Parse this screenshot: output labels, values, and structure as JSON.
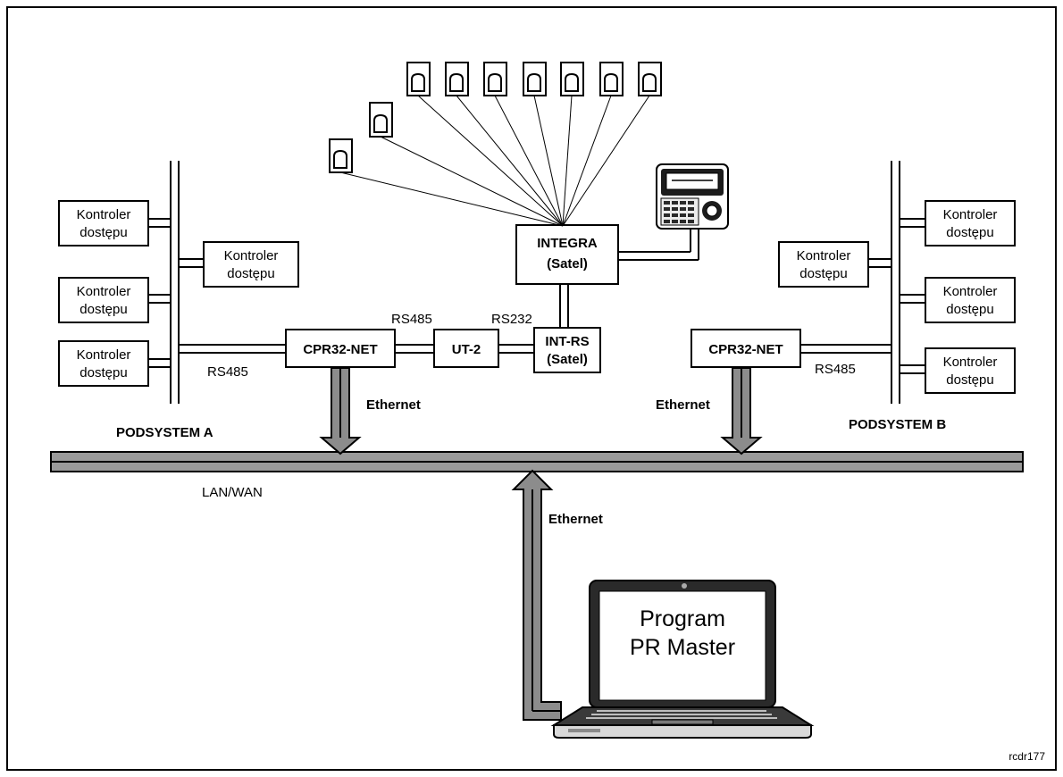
{
  "controller_label": [
    "Kontroler",
    "dostępu"
  ],
  "subsystem_a": {
    "title": "PODSYSTEM A",
    "bus_label": "RS485",
    "module_label": "CPR32-NET",
    "uplink_label": "Ethernet"
  },
  "subsystem_b": {
    "title": "PODSYSTEM B",
    "bus_label": "RS485",
    "module_label": "CPR32-NET",
    "uplink_label": "Ethernet"
  },
  "integration": {
    "rs485_label": "RS485",
    "rs232_label": "RS232",
    "converter_label": "UT-2",
    "int_rs_line1": "INT-RS",
    "int_rs_line2": "(Satel)",
    "integra_line1": "INTEGRA",
    "integra_line2": "(Satel)"
  },
  "network": {
    "lan_label": "LAN/WAN",
    "pc_uplink_label": "Ethernet"
  },
  "laptop": {
    "screen_line1": "Program",
    "screen_line2": "PR Master"
  },
  "footer_code": "rcdr177",
  "colors": {
    "arrow_fill": "#8c8c8c",
    "lan_fill": "#9a9a9a",
    "laptop_body": "#2a2a2a"
  }
}
